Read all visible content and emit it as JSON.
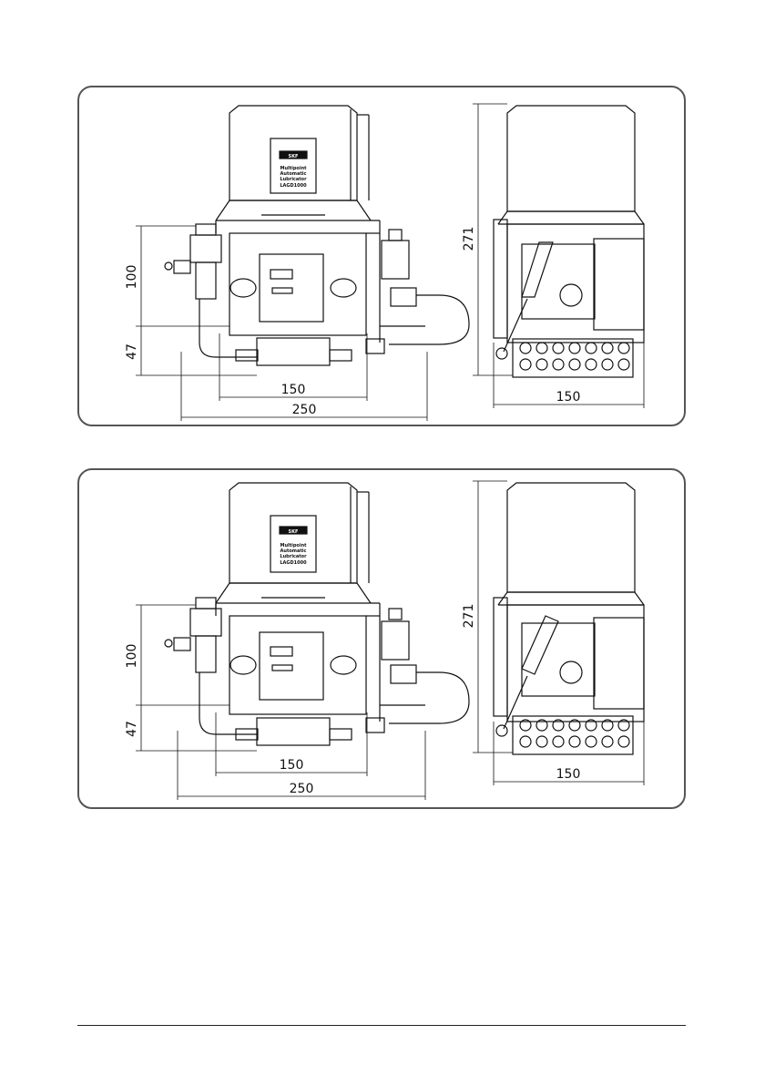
{
  "panels": [
    {
      "front_view": {
        "dim_height_upper": "100",
        "dim_height_lower": "47",
        "dim_width_inner": "150",
        "dim_width_outer": "250",
        "label_lines": [
          "Multipoint",
          "Automatic",
          "Lubricator",
          "LAGD1000"
        ],
        "brand": "SKF"
      },
      "side_view": {
        "dim_height": "271",
        "dim_width": "150"
      }
    },
    {
      "front_view": {
        "dim_height_upper": "100",
        "dim_height_lower": "47",
        "dim_width_inner": "150",
        "dim_width_outer": "250",
        "label_lines": [
          "Multipoint",
          "Automatic",
          "Lubricator",
          "LAGD1000"
        ],
        "brand": "SKF"
      },
      "side_view": {
        "dim_height": "271",
        "dim_width": "150"
      }
    }
  ]
}
